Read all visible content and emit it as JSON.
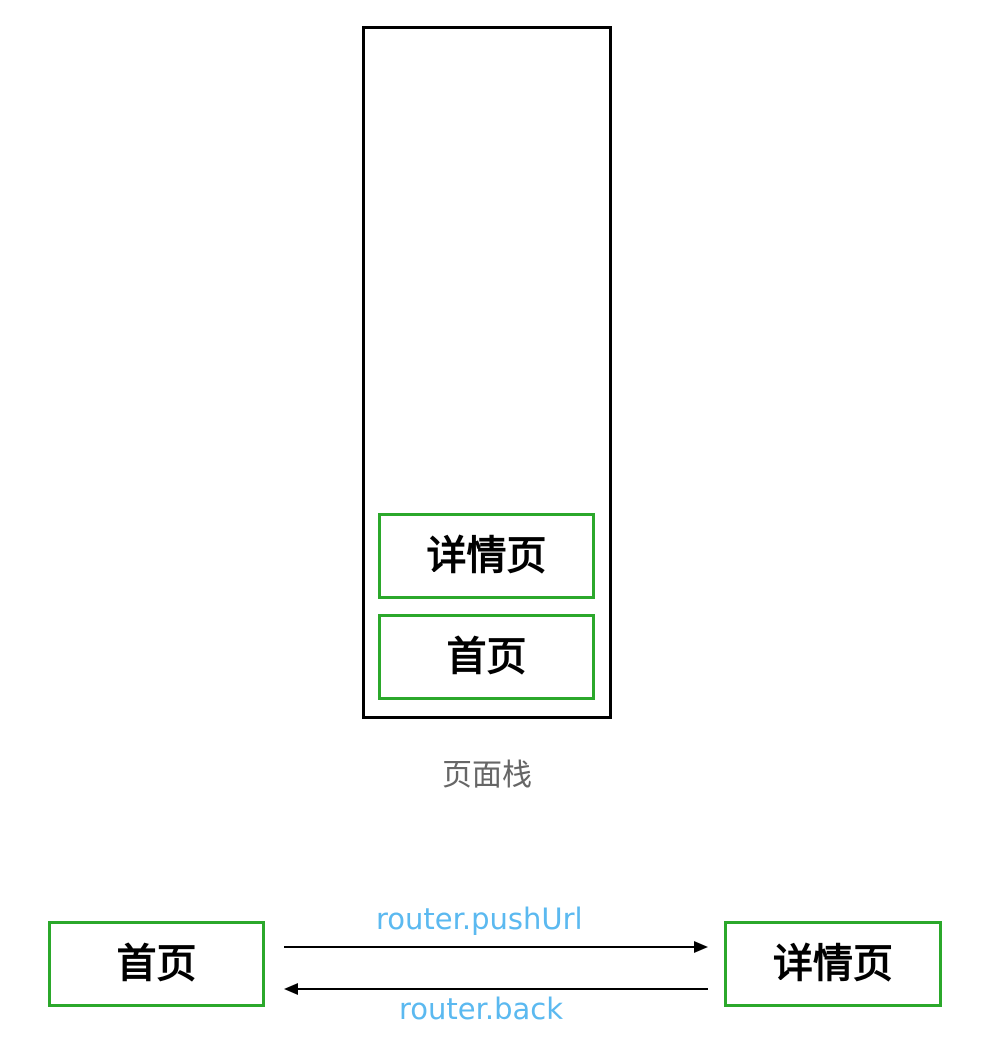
{
  "stack": {
    "caption": "页面栈",
    "pages": {
      "top": "详情页",
      "bottom": "首页"
    }
  },
  "flow": {
    "from_page": "首页",
    "to_page": "详情页",
    "forward_label": "router.pushUrl",
    "back_label": "router.back"
  },
  "colors": {
    "page_border": "#2ba82b",
    "stack_border": "#000000",
    "label": "#5bb9f0",
    "caption": "#666666"
  }
}
